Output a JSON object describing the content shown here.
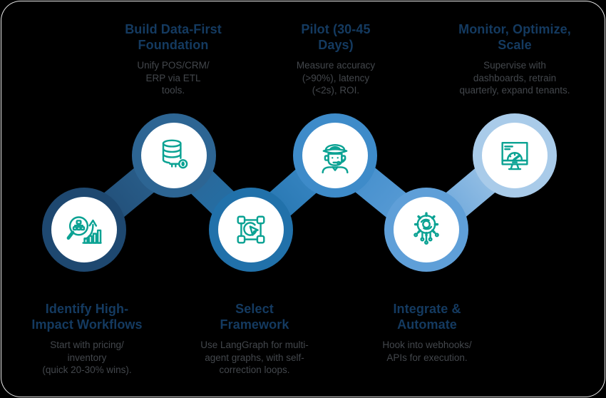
{
  "colors": {
    "card_bg": "#000000",
    "card_border": "#F5F5F5",
    "icon_teal": "#0BA293",
    "title_navy": "#143A60",
    "desc_gray": "#43474C"
  },
  "steps": [
    {
      "id": 1,
      "position": "bottom-left",
      "title": [
        "Identify High-",
        "Impact Workflows"
      ],
      "desc": [
        "Start with pricing/",
        "inventory",
        "(quick 20-30% wins)."
      ],
      "icon": "magnifier-growth-icon",
      "ring_color": "#1E4870"
    },
    {
      "id": 2,
      "position": "top",
      "title": [
        "Build Data-First",
        "Foundation"
      ],
      "desc": [
        "Unify POS/CRM/",
        "ERP via ETL",
        "tools."
      ],
      "icon": "database-key-icon",
      "ring_color": "#2D6593"
    },
    {
      "id": 3,
      "position": "bottom",
      "title": [
        "Select",
        "Framework"
      ],
      "desc": [
        "Use LangGraph for multi-",
        "agent graphs, with self-",
        "correction loops."
      ],
      "icon": "framework-select-icon",
      "ring_color": "#2171AA"
    },
    {
      "id": 4,
      "position": "top",
      "title": [
        "Pilot (30-45",
        "Days)"
      ],
      "desc": [
        "Measure accuracy",
        "(>90%), latency",
        "(<2s), ROI."
      ],
      "icon": "pilot-icon",
      "ring_color": "#3E8BC9"
    },
    {
      "id": 5,
      "position": "bottom",
      "title": [
        "Integrate &",
        "Automate"
      ],
      "desc": [
        "Hook into webhooks/",
        "APIs for execution."
      ],
      "icon": "gear-circuit-icon",
      "ring_color": "#5F9FD8"
    },
    {
      "id": 6,
      "position": "top-right",
      "title": [
        "Monitor, Optimize,",
        "Scale"
      ],
      "desc": [
        "Supervise with",
        "dashboards, retrain",
        "quarterly, expand tenants."
      ],
      "icon": "monitor-gauge-icon",
      "ring_color": "#A9CBE9"
    }
  ]
}
